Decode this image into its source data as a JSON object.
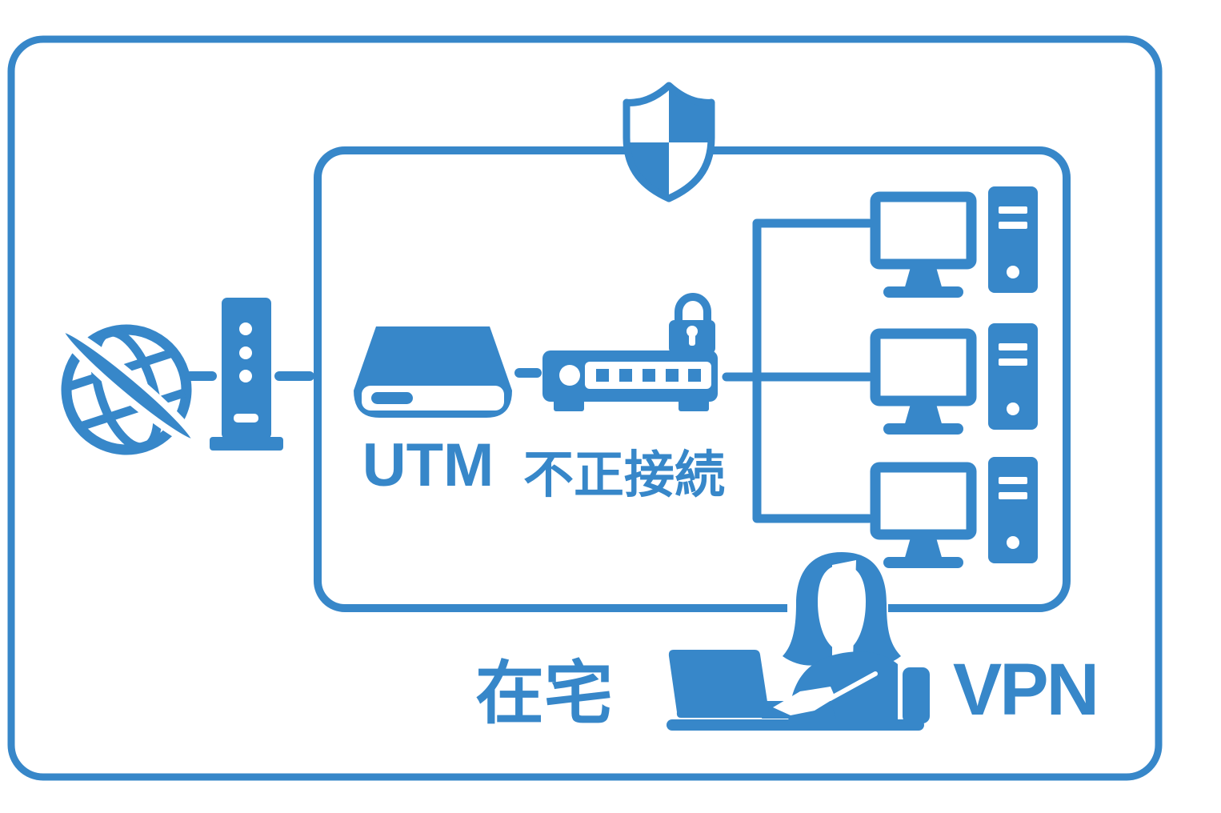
{
  "colors": {
    "primary": "#3787c9",
    "background": "#ffffff"
  },
  "labels": {
    "utm": "UTM",
    "unauthorized_access": "不正接続",
    "work_from_home": "在宅",
    "vpn": "VPN"
  },
  "icons": {
    "shield": "security-shield",
    "globe": "internet-globe",
    "modem": "modem-tower",
    "utm_appliance": "utm-appliance",
    "locked_router": "router-with-padlock",
    "computer": "desktop-computer-with-tower",
    "computer_count": 3,
    "worker": "woman-working-on-laptop"
  }
}
